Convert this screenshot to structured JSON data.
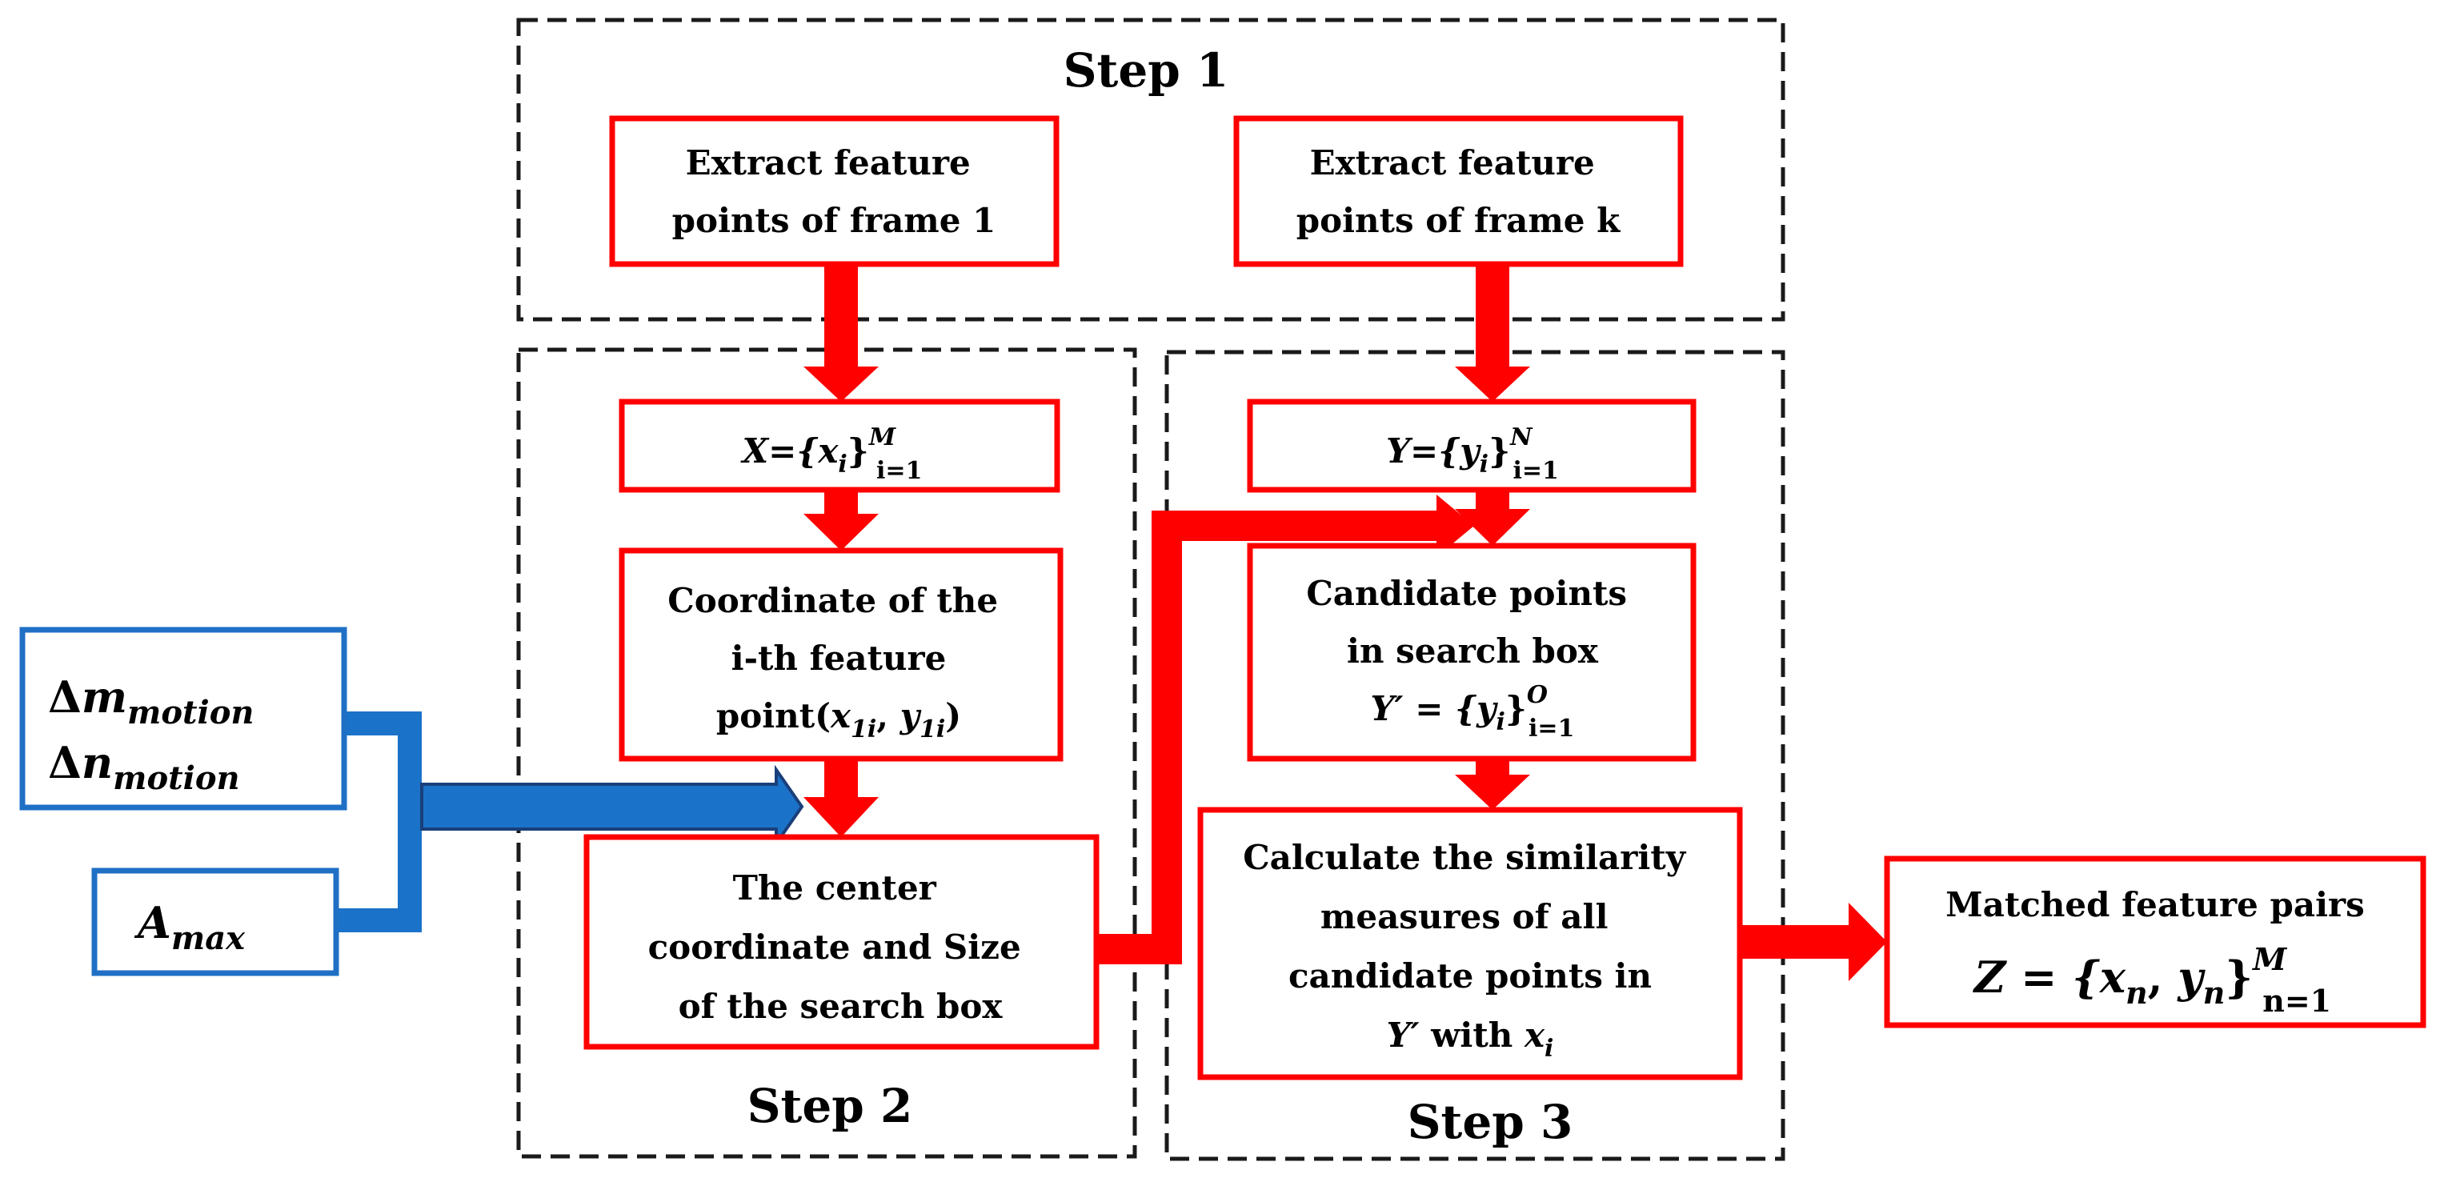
{
  "colors": {
    "box_border": "#ff0000",
    "arrow": "#ff0000",
    "input_border": "#1f6fc5",
    "input_arrow": "#1a73c9",
    "dashed": "#1a1a1a",
    "text": "#000000"
  },
  "steps": {
    "step1": "Step 1",
    "step2": "Step 2",
    "step3": "Step 3"
  },
  "boxes": {
    "extract1": {
      "line1": "Extract feature",
      "line2": "points of  frame 1"
    },
    "extractk": {
      "line1": "Extract feature",
      "line2": "points of  frame k"
    },
    "setX": {
      "lhs": "X={",
      "var": "x",
      "var_sub": "i",
      "rbrace": "}",
      "sup": "M",
      "sub": "i=1"
    },
    "setY": {
      "lhs": "Y={",
      "var": "y",
      "var_sub": "i",
      "rbrace": "}",
      "sup": "N",
      "sub": "i=1"
    },
    "coord": {
      "line1": "Coordinate of the",
      "line2": "i-th feature",
      "line3": "point(",
      "x": "x",
      "x_sub": "1i",
      "comma": ", ",
      "y": "y",
      "y_sub": "1i",
      "close": ")"
    },
    "center": {
      "line1": "The center",
      "line2": "coordinate and Size",
      "line3": "of the search box"
    },
    "candidate": {
      "line1": "Candidate points",
      "line2": "in search box",
      "lhs": "Y′ = {",
      "var": "y",
      "var_sub": "i",
      "rbrace": "}",
      "sup": "O",
      "sub": "i=1"
    },
    "similarity": {
      "line1": "Calculate the similarity",
      "line2": "measures of all",
      "line3": "candidate points in",
      "line4a": "Y′",
      "line4b": " with ",
      "line4c": "x",
      "line4c_sub": "i"
    },
    "matched": {
      "line1": "Matched feature pairs",
      "lhs": "Z = {",
      "x": "x",
      "x_sub": "n",
      "comma": ", ",
      "y": "y",
      "y_sub": "n",
      "rbrace": "}",
      "sup": "M",
      "sub": "n=1"
    }
  },
  "inputs": {
    "motion": {
      "delta": "Δ",
      "m": "m",
      "n": "n",
      "sub": "motion"
    },
    "amax": {
      "a": "A",
      "sub": "max"
    }
  }
}
